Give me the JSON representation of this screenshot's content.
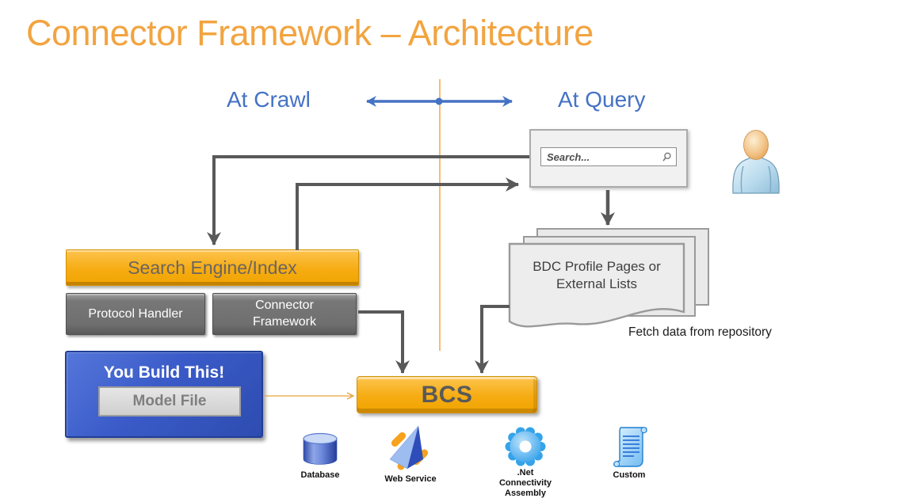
{
  "slide": {
    "title": "Connector Framework – Architecture"
  },
  "phase_labels": {
    "at_crawl": "At Crawl",
    "at_query": "At Query"
  },
  "search_box": {
    "placeholder": "Search...",
    "icon": "magnifier-icon"
  },
  "boxes": {
    "search_engine_index": {
      "label": "Search Engine/Index"
    },
    "protocol_handler": {
      "label": "Protocol Handler"
    },
    "connector_framework": {
      "label": "Connector Framework"
    },
    "you_build_this": {
      "label": "You Build This!"
    },
    "model_file": {
      "label": "Model File"
    },
    "bcs": {
      "label": "BCS"
    },
    "bdc_profile_pages": {
      "label": "BDC Profile Pages or External Lists"
    }
  },
  "annotations": {
    "fetch_data": "Fetch data from repository"
  },
  "data_sources": [
    {
      "label": "Database",
      "icon": "database-icon"
    },
    {
      "label": "Web Service",
      "icon": "web-service-icon"
    },
    {
      "label": ".Net Connectivity Assembly",
      "icon": "dotnet-gear-icon"
    },
    {
      "label": "Custom",
      "icon": "custom-scroll-icon"
    }
  ],
  "actors": [
    {
      "name": "user",
      "icon": "person-icon"
    }
  ],
  "colors": {
    "title_orange": "#F2A440",
    "phase_blue": "#4472C4",
    "divider_orange": "#F4A83C",
    "connector_gray": "#595959",
    "box_orange": "#F6AC12",
    "box_gray": "#777777",
    "box_blue": "#3A5BC8",
    "icon_blue": "#3FA9F5"
  }
}
